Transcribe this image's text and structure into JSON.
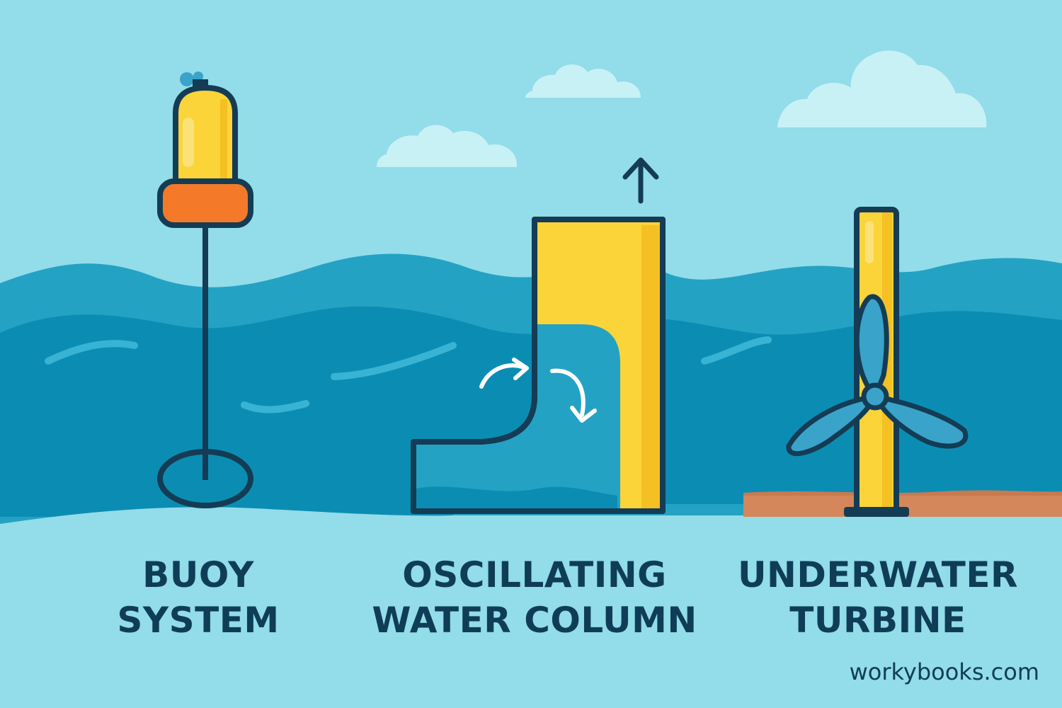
{
  "labels": {
    "buoy": [
      "BUOY",
      "SYSTEM"
    ],
    "owc": [
      "OSCILLATING",
      "WATER COLUMN"
    ],
    "turbine": [
      "UNDERWATER",
      "TURBINE"
    ]
  },
  "watermark": "workybooks.com",
  "colors": {
    "sky": "#93dce9",
    "wave_back": "#24a2c4",
    "wave_front": "#0b8db3",
    "outline": "#143c55",
    "yellow": "#fbd43a",
    "yellow_shade": "#f5c023",
    "orange": "#f47a2a",
    "propeller": "#3aa3c9",
    "seabed": "#d4875a",
    "cloud": "#c8f1f6",
    "text": "#0f3d57"
  }
}
